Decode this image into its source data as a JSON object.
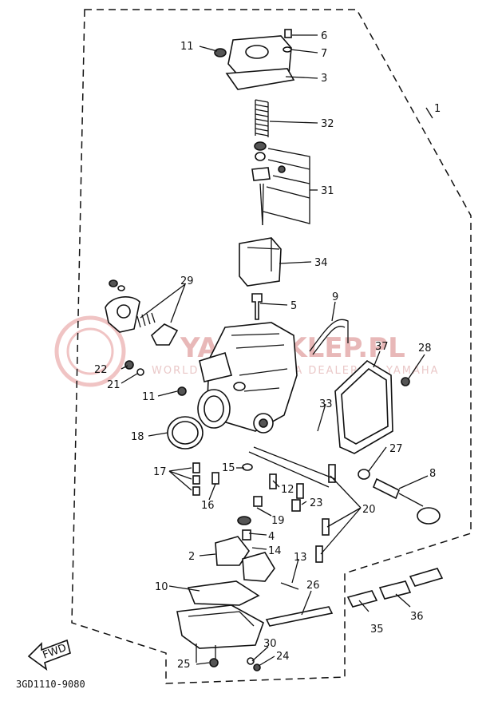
{
  "diagram": {
    "callouts": [
      "1",
      "2",
      "3",
      "4",
      "5",
      "6",
      "7",
      "8",
      "9",
      "10",
      "11",
      "11",
      "12",
      "13",
      "14",
      "15",
      "16",
      "17",
      "18",
      "19",
      "20",
      "21",
      "22",
      "23",
      "24",
      "25",
      "26",
      "27",
      "28",
      "29",
      "30",
      "31",
      "32",
      "33",
      "34",
      "35",
      "36",
      "37"
    ],
    "fwd_label": "FWD",
    "part_code": "3GD1110-9080",
    "watermark": {
      "main": "YAMASKLEP.PL",
      "sub": "WORLD CLASS YAMAHA DEALER OF YAMAHA"
    }
  }
}
